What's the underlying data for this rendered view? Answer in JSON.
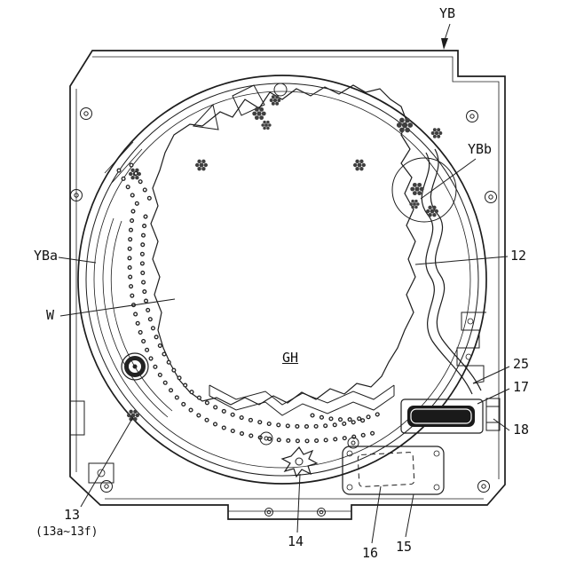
{
  "figure": {
    "ink": "#1d1d1d",
    "background": "#ffffff",
    "labels": {
      "yb": "YB",
      "ybb": "YBb",
      "yba": "YBa",
      "w": "W",
      "ref12": "12",
      "ref25": "25",
      "ref17": "17",
      "ref18": "18",
      "gh": "GH",
      "ref13": "13",
      "ref13_range": "(13a~13f)",
      "ref14": "14",
      "ref16": "16",
      "ref15": "15"
    }
  }
}
